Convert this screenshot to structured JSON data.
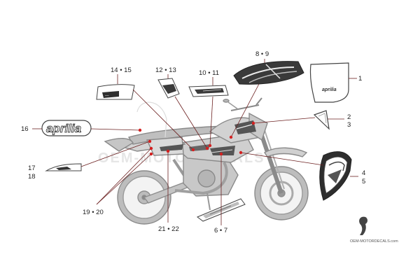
{
  "callouts": [
    {
      "id": "c1",
      "label": "1"
    },
    {
      "id": "c2",
      "label": "2"
    },
    {
      "id": "c3",
      "label": "3"
    },
    {
      "id": "c4",
      "label": "4"
    },
    {
      "id": "c5",
      "label": "5"
    },
    {
      "id": "c67",
      "label": "6 • 7"
    },
    {
      "id": "c89",
      "label": "8 • 9"
    },
    {
      "id": "c1011",
      "label": "10 • 11"
    },
    {
      "id": "c1213",
      "label": "12 • 13"
    },
    {
      "id": "c1415",
      "label": "14 • 15"
    },
    {
      "id": "c16",
      "label": "16"
    },
    {
      "id": "c17",
      "label": "17"
    },
    {
      "id": "c18",
      "label": "18"
    },
    {
      "id": "c1920",
      "label": "19 • 20"
    },
    {
      "id": "c2122",
      "label": "21 • 22"
    }
  ],
  "decal_texts": {
    "number_plate_logo": "aprilia",
    "tank_logo": "aprilia"
  },
  "watermark": {
    "site": "OEM-MOTORDECALS.com",
    "faded_text": "OEM-MOTORDECALS"
  },
  "colors": {
    "callout_line": "#8b2a2a",
    "callout_dot": "#d42020",
    "bike_gray": "#9a9a9a",
    "decal_dark": "#333333"
  }
}
